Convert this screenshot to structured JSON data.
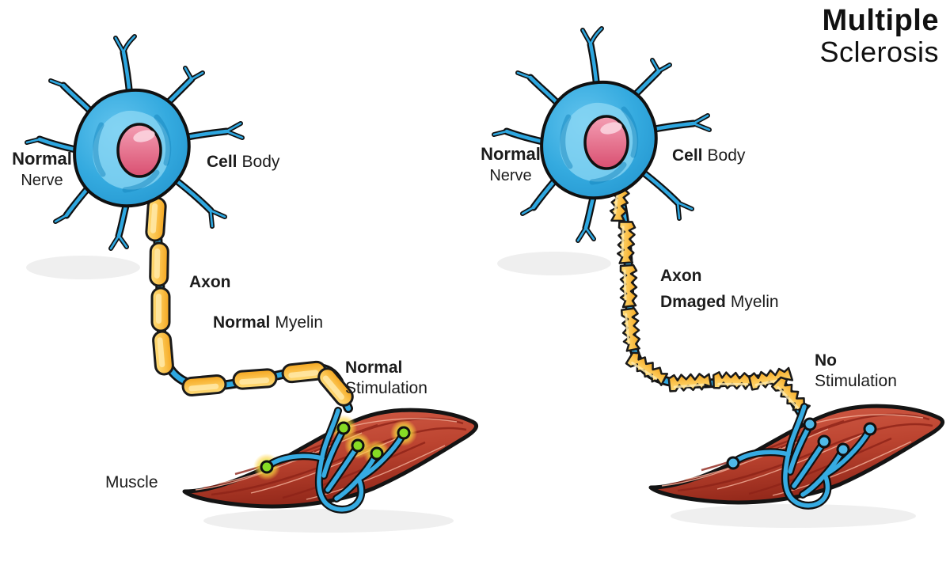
{
  "title": {
    "line1": "Multiple",
    "line2": "Sclerosis"
  },
  "labels": {
    "left": {
      "nerve1": "Normal",
      "nerve2": "Nerve",
      "cell1": "Cell",
      "cell2": "Body",
      "axon": "Axon",
      "myelin1": "Normal",
      "myelin2": "Myelin",
      "stim1": "Normal",
      "stim2": "Stimulation",
      "muscle": "Muscle"
    },
    "right": {
      "nerve1": "Normal",
      "nerve2": "Nerve",
      "cell1": "Cell",
      "cell2": "Body",
      "axon": "Axon",
      "myelin1": "Dmaged",
      "myelin2": "Myelin",
      "stim1": "No",
      "stim2": "Stimulation"
    }
  },
  "colors": {
    "cell_blue": "#2EA7E0",
    "cell_blue_light": "#8ED8F4",
    "nucleus_pink": "#D94F70",
    "myelin_orange": "#F4A61F",
    "myelin_highlight": "#FFE9A8",
    "muscle_red": "#B23A28",
    "nerve_blue": "#36ABE2",
    "stimulation_green": "#86DB25",
    "glow_yellow": "#FFD23F",
    "outline": "#141414",
    "shadow_gray": "#EFEFEF",
    "text": "#1c1c1c"
  }
}
